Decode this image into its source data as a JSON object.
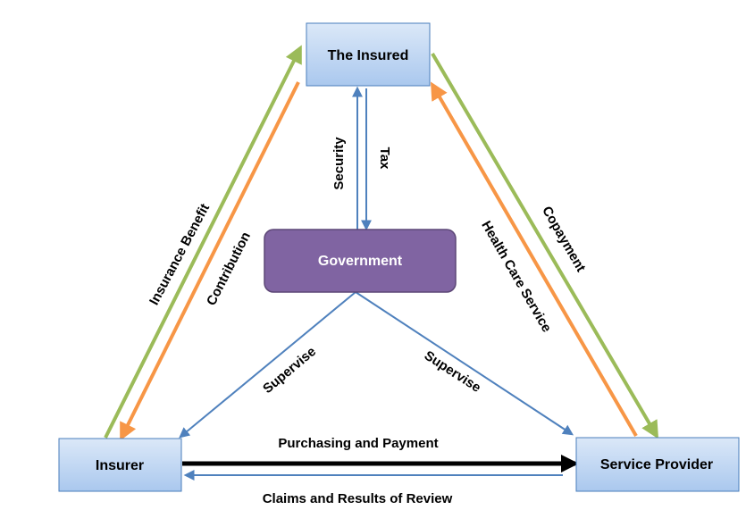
{
  "nodes": {
    "insured": "The Insured",
    "government": "Government",
    "insurer": "Insurer",
    "provider": "Service Provider"
  },
  "edges": {
    "insurance_benefit": "Insurance Benefit",
    "contribution": "Contribution",
    "security": "Security",
    "tax": "Tax",
    "health_care_service": "Health Care Service",
    "copayment": "Copayment",
    "supervise_insurer": "Supervise",
    "supervise_provider": "Supervise",
    "purchasing_payment": "Purchasing and Payment",
    "claims_review": "Claims and Results of Review"
  },
  "colors": {
    "node_fill_top": "#dbe8f8",
    "node_fill_bottom": "#aac8ee",
    "node_border": "#4a7ebb",
    "government_fill": "#8064a2",
    "government_border": "#5c4776",
    "green_arrow": "#9bbb59",
    "orange_arrow": "#f79646",
    "blue_arrow": "#4f81bd",
    "black_arrow": "#000000"
  }
}
